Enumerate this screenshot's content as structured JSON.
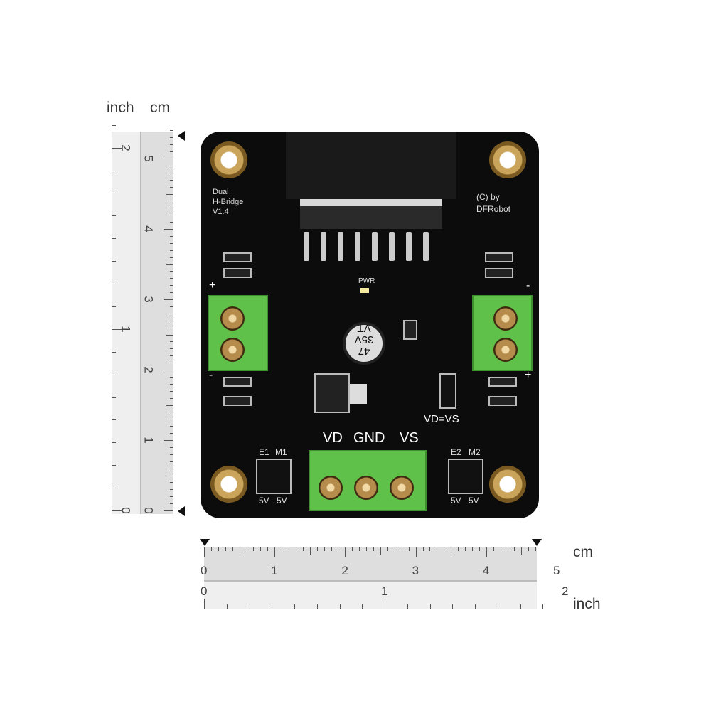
{
  "rulers": {
    "vertical": {
      "unit_labels": [
        "inch",
        "cm"
      ],
      "inch_ticks": [
        "0",
        "1",
        "2"
      ],
      "cm_ticks": [
        "0",
        "1",
        "2",
        "3",
        "4",
        "5"
      ]
    },
    "horizontal": {
      "unit_labels": [
        "cm",
        "inch"
      ],
      "cm_ticks": [
        "0",
        "1",
        "2",
        "3",
        "4",
        "5"
      ],
      "inch_ticks": [
        "0",
        "1",
        "2"
      ]
    }
  },
  "board": {
    "title_lines": [
      "Dual",
      "H-Bridge",
      "V1.4"
    ],
    "copyright_lines": [
      "(C) by",
      "DFRobot"
    ],
    "pwr_label": "PWR",
    "capacitor": [
      "47",
      "35V",
      "VT"
    ],
    "power_labels": [
      "VD",
      "GND",
      "VS"
    ],
    "jumper_label": "VD=VS",
    "left_header": {
      "labels": [
        "E1",
        "M1"
      ],
      "bottom": [
        "5V",
        "5V"
      ]
    },
    "right_header": {
      "labels": [
        "E2",
        "M2"
      ],
      "bottom": [
        "5V",
        "5V"
      ]
    },
    "left_polarity": [
      "+",
      "-"
    ],
    "right_polarity": [
      "-",
      "+"
    ]
  }
}
